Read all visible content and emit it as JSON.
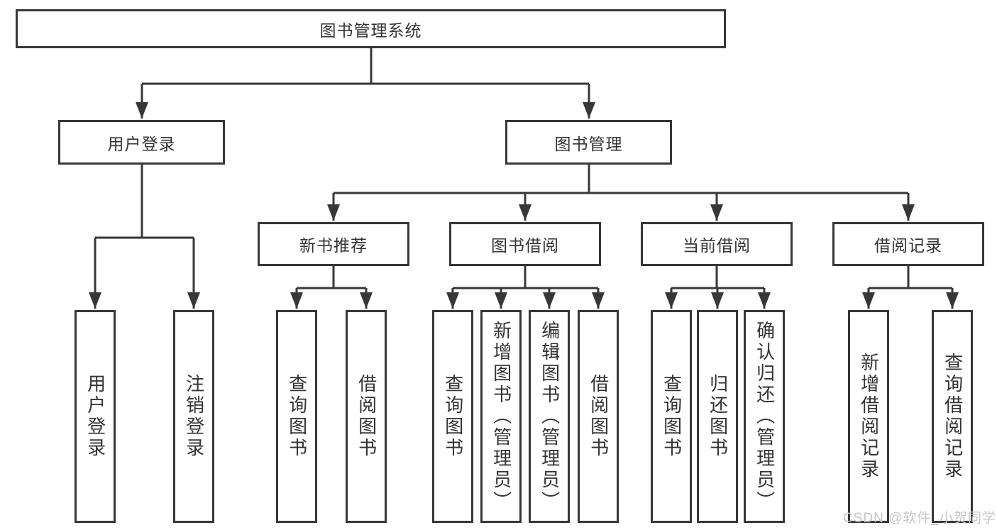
{
  "colors": {
    "line": "#373737",
    "text": "#333333",
    "background": "#ffffff",
    "watermark": "#c6c6c6"
  },
  "tree": {
    "label": "图书管理系统",
    "children": [
      {
        "label": "用户登录",
        "children": [
          {
            "label": "用户登录"
          },
          {
            "label": "注销登录"
          }
        ]
      },
      {
        "label": "图书管理",
        "children": [
          {
            "label": "新书推荐",
            "children": [
              {
                "label": "查询图书"
              },
              {
                "label": "借阅图书"
              }
            ]
          },
          {
            "label": "图书借阅",
            "children": [
              {
                "label": "查询图书"
              },
              {
                "label": "新增图书（管理员）"
              },
              {
                "label": "编辑图书（管理员）"
              },
              {
                "label": "借阅图书"
              }
            ]
          },
          {
            "label": "当前借阅",
            "children": [
              {
                "label": "查询图书"
              },
              {
                "label": "归还图书"
              },
              {
                "label": "确认归还（管理员）"
              }
            ]
          },
          {
            "label": "借阅记录",
            "children": [
              {
                "label": "新增借阅记录"
              },
              {
                "label": "查询借阅记录"
              }
            ]
          }
        ]
      }
    ]
  },
  "watermark": "CSDN @软件_小贺同学"
}
